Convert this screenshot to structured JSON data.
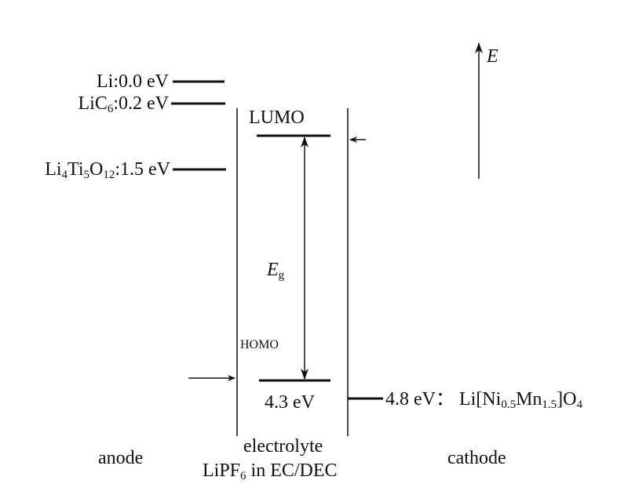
{
  "anode_levels": [
    {
      "name": "Li",
      "sub1": "",
      "mid": "",
      "sub2": "",
      "mid2": "",
      "sub3": "",
      "value": ":0.0 eV"
    },
    {
      "name": "LiC",
      "sub1": "6",
      "value": ":0.2 eV"
    },
    {
      "name": "Li",
      "sub1": "4",
      "mid": "Ti",
      "sub2": "5",
      "mid2": "O",
      "sub3": "12",
      "value": ":1.5 eV"
    }
  ],
  "electrolyte": {
    "lumo": "LUMO",
    "homo": "HOMO",
    "gap_symbol": "E",
    "gap_sub": "g",
    "homo_value": "4.3 eV",
    "label_line1": "electrolyte",
    "label_line2a": "LiPF",
    "label_line2_sub": "6",
    "label_line2b": " in EC/DEC"
  },
  "cathode": {
    "value": "4.8 eV：",
    "formula_a": "Li[Ni",
    "sub1": "0.5",
    "formula_b": "Mn",
    "sub2": "1.5",
    "formula_c": "]O",
    "sub3": "4"
  },
  "energy_axis": {
    "symbol": "E"
  },
  "regions": {
    "anode": "anode",
    "cathode": "cathode"
  },
  "colors": {
    "ink": "#111111",
    "background": "#ffffff"
  }
}
